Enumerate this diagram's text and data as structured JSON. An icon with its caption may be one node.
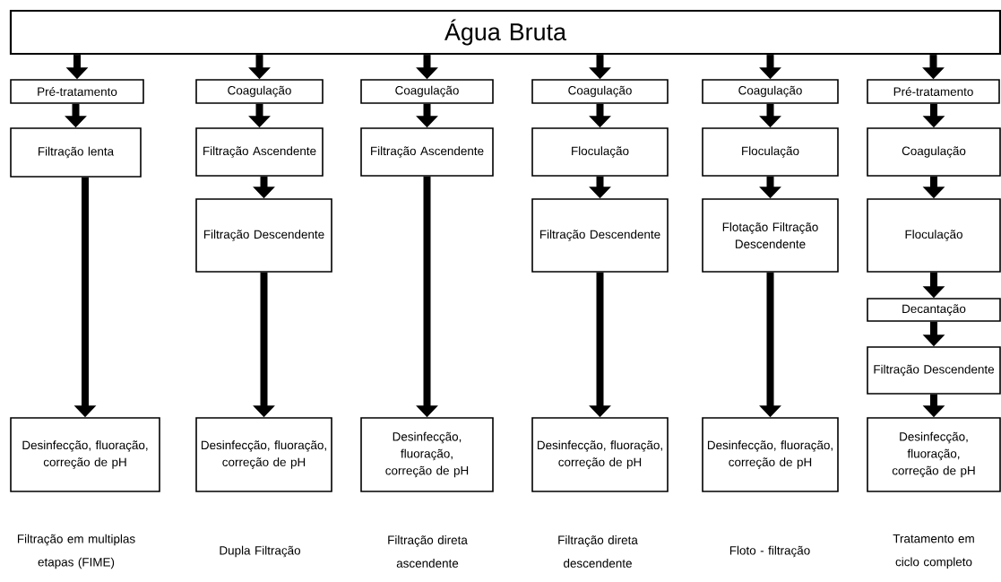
{
  "diagram": {
    "nodes": [
      {
        "text": [
          "Água Bruta"
        ]
      },
      {
        "text": [
          "Pré-tratamento"
        ]
      },
      {
        "text": [
          "Filtração lenta"
        ]
      },
      {
        "text": [
          "Desinfecção, fluoração, correção de pH"
        ]
      },
      {
        "text": [
          "Coagulação"
        ]
      },
      {
        "text": [
          "Filtração Ascendente"
        ]
      },
      {
        "text": [
          "Filtração Descendente"
        ]
      },
      {
        "text": [
          "Desinfecção, fluoração, correção de pH"
        ]
      },
      {
        "text": [
          "Coagulação"
        ]
      },
      {
        "text": [
          "Filtração Ascendente"
        ]
      },
      {
        "text": [
          "Desinfecção, fluoração, correção de pH"
        ]
      },
      {
        "text": [
          "Coagulação"
        ]
      },
      {
        "text": [
          "Floculação"
        ]
      },
      {
        "text": [
          "Filtração Descendente"
        ]
      },
      {
        "text": [
          "Desinfecção, fluoração, correção de pH"
        ]
      },
      {
        "text": [
          "Coagulação"
        ]
      },
      {
        "text": [
          "Floculação"
        ]
      },
      {
        "text": [
          "Flotação Filtração Descendente"
        ]
      },
      {
        "text": [
          "Desinfecção, fluoração, correção de pH"
        ]
      },
      {
        "text": [
          "Pré-tratamento"
        ]
      },
      {
        "text": [
          "Coagulação"
        ]
      },
      {
        "text": [
          "Floculação"
        ]
      },
      {
        "text": [
          "Decantação"
        ]
      },
      {
        "text": [
          "Filtração Descendente"
        ]
      },
      {
        "text": [
          "Desinfecção, fluoração, correção de pH"
        ]
      }
    ],
    "edges": [
      {
        "from": 0,
        "to": 1,
        "arrow": "to"
      },
      {
        "from": 1,
        "to": 2,
        "arrow": "to"
      },
      {
        "from": 2,
        "to": 3,
        "arrow": "to"
      },
      {
        "from": 0,
        "to": 4,
        "arrow": "to"
      },
      {
        "from": 4,
        "to": 5,
        "arrow": "to"
      },
      {
        "from": 5,
        "to": 6,
        "arrow": "to"
      },
      {
        "from": 6,
        "to": 7,
        "arrow": "to"
      },
      {
        "from": 0,
        "to": 8,
        "arrow": "to"
      },
      {
        "from": 8,
        "to": 9,
        "arrow": "to"
      },
      {
        "from": 9,
        "to": 10,
        "arrow": "to"
      },
      {
        "from": 0,
        "to": 11,
        "arrow": "to"
      },
      {
        "from": 11,
        "to": 12,
        "arrow": "to"
      },
      {
        "from": 12,
        "to": 13,
        "arrow": "to"
      },
      {
        "from": 13,
        "to": 14,
        "arrow": "to"
      },
      {
        "from": 0,
        "to": 15,
        "arrow": "to"
      },
      {
        "from": 15,
        "to": 16,
        "arrow": "to"
      },
      {
        "from": 16,
        "to": 17,
        "arrow": "to"
      },
      {
        "from": 17,
        "to": 18,
        "arrow": "to"
      },
      {
        "from": 0,
        "to": 19,
        "arrow": "to"
      },
      {
        "from": 19,
        "to": 20,
        "arrow": "to"
      },
      {
        "from": 20,
        "to": 21,
        "arrow": "to"
      },
      {
        "from": 21,
        "to": 22,
        "arrow": "to"
      },
      {
        "from": 22,
        "to": 23,
        "arrow": "to"
      },
      {
        "from": 23,
        "to": 24,
        "arrow": "to"
      }
    ],
    "labels": [
      "Filtração em multiplas etapas (FIME)",
      "Dupla Filtração",
      "Filtração direta ascendente",
      "Filtração direta descendente",
      "Floto - filtração",
      "Tratamento em ciclo completo"
    ]
  }
}
